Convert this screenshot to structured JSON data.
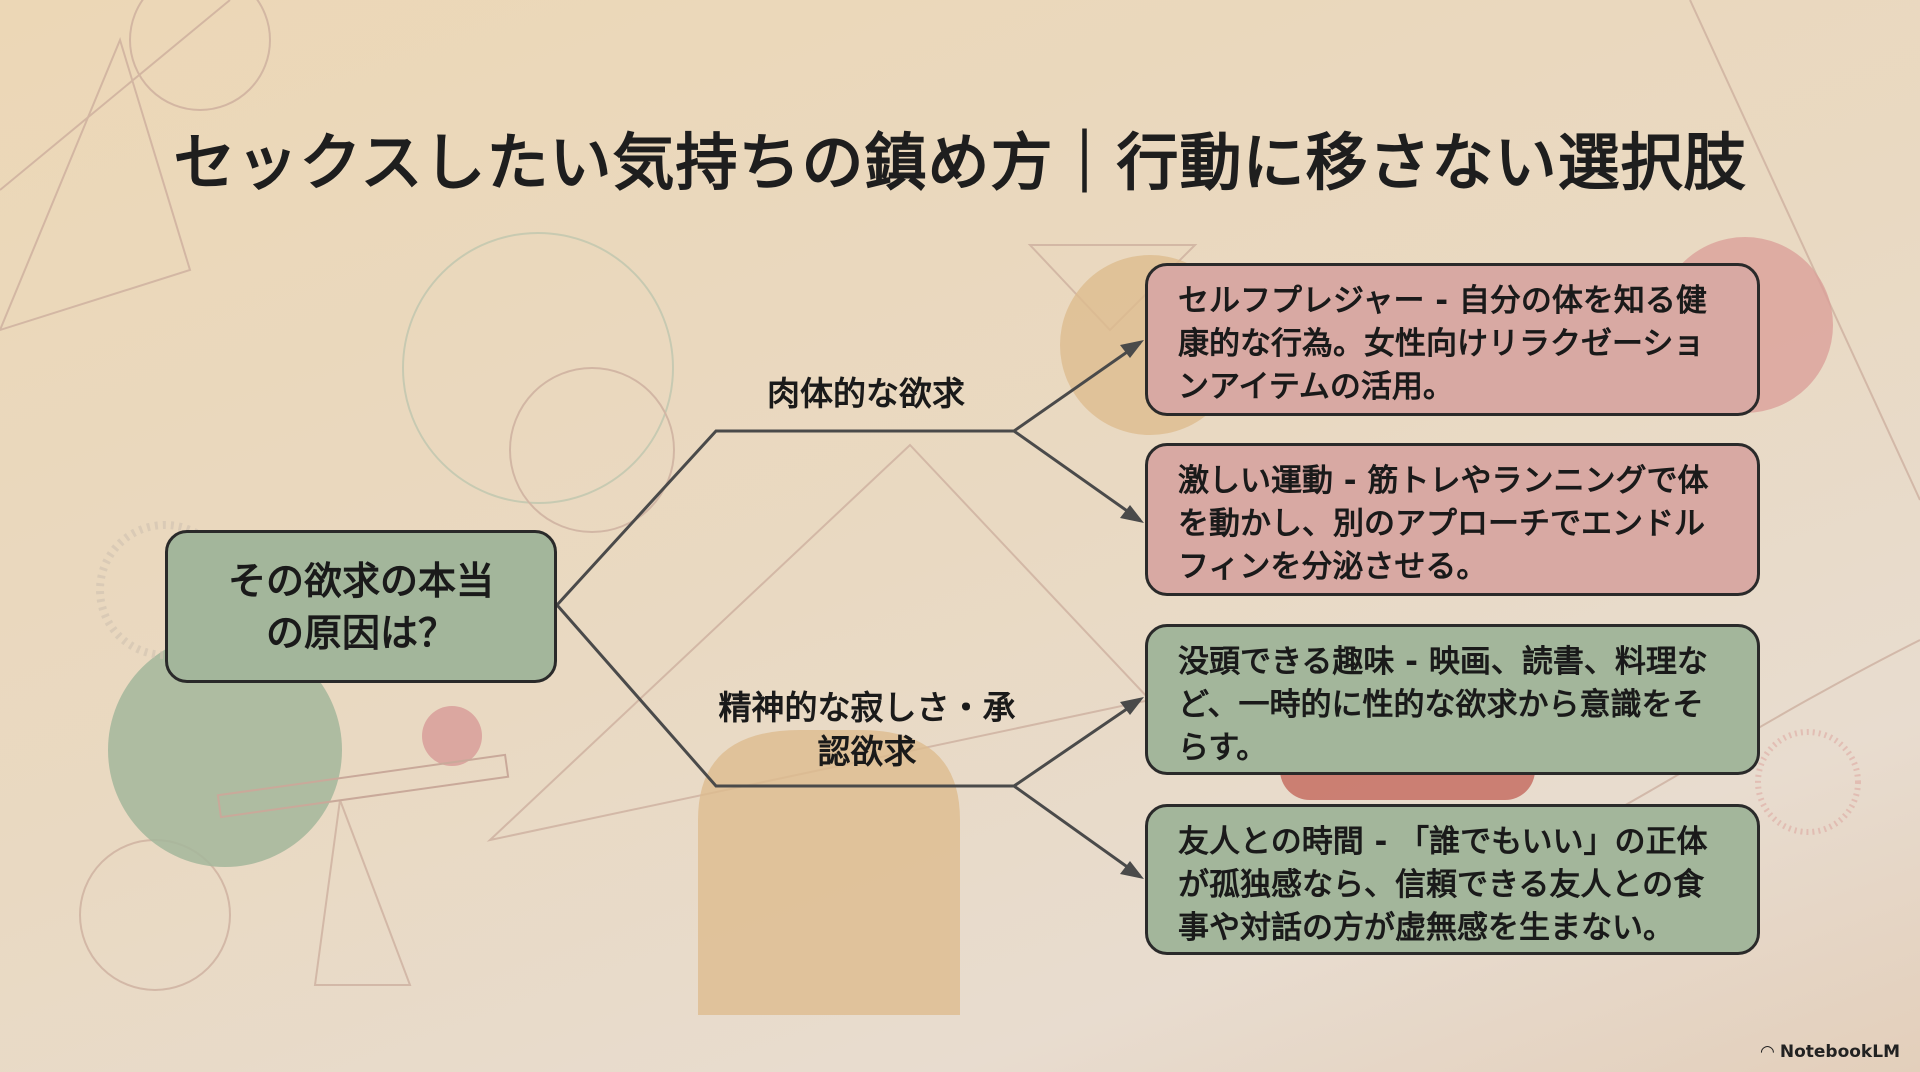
{
  "title": "セックスしたい気持ちの鎮め方｜行動に移さない選択肢",
  "root": {
    "label": "その欲求の本当の原因は？"
  },
  "branches": [
    {
      "label": "肉体的な欲求",
      "items": [
        "セルフプレジャー - 自分の体を知る健康的な行為。女性向けリラクゼーションアイテムの活用。",
        "激しい運動 - 筋トレやランニングで体を動かし、別のアプローチでエンドルフィンを分泌させる。"
      ]
    },
    {
      "label": "精神的な寂しさ・承認欲求",
      "items": [
        "没頭できる趣味 - 映画、読書、料理など、一時的に性的な欲求から意識をそらす。",
        "友人との時間 - 「誰でもいい」の正体が孤独感なら、信頼できる友人との食事や対話の方が虚無感を生まない。"
      ]
    }
  ],
  "brand": "NotebookLM",
  "colors": {
    "pink": "#d8a9a3",
    "green": "#a3b69b",
    "line": "#4a4a4a"
  }
}
